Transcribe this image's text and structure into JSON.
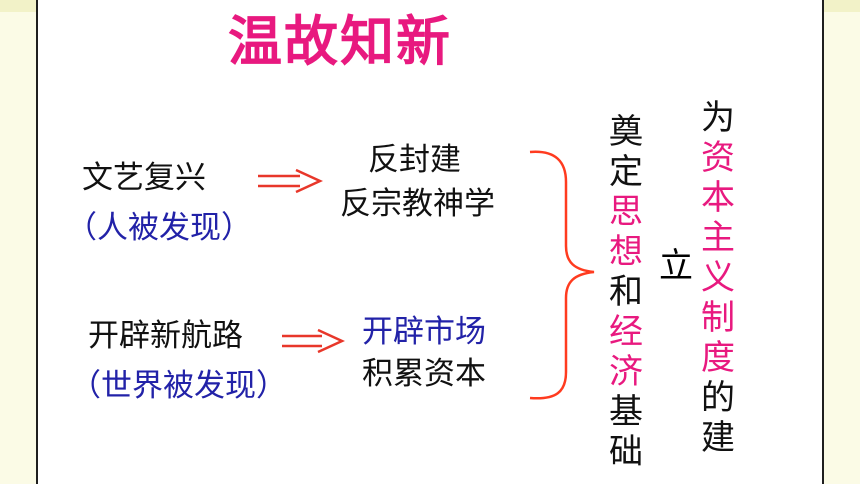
{
  "title": "温故知新",
  "colors": {
    "accent": "#e8197f",
    "blue": "#2222a8",
    "arrow": "#e8372a",
    "brace": "#ff3b1f",
    "text": "#111111"
  },
  "row1": {
    "left": "文艺复兴",
    "left_sub": "（人被发现）",
    "right_line1": "反封建",
    "right_line2": "反宗教神学"
  },
  "row2": {
    "left": "开辟新航路",
    "left_sub": "（世界被发现）",
    "right_line1": "开辟市场",
    "right_line2": "积累资本"
  },
  "col1": [
    {
      "char": "奠",
      "color": "#111111"
    },
    {
      "char": "定",
      "color": "#111111"
    },
    {
      "char": "思",
      "color": "#e8197f"
    },
    {
      "char": "想",
      "color": "#e8197f"
    },
    {
      "char": "和",
      "color": "#111111"
    },
    {
      "char": "经",
      "color": "#e8197f"
    },
    {
      "char": "济",
      "color": "#e8197f"
    },
    {
      "char": "基",
      "color": "#111111"
    },
    {
      "char": "础",
      "color": "#111111"
    }
  ],
  "col_li": "立",
  "col2": [
    {
      "char": "为",
      "color": "#111111"
    },
    {
      "char": "资",
      "color": "#e8197f"
    },
    {
      "char": "本",
      "color": "#e8197f"
    },
    {
      "char": "主",
      "color": "#e8197f"
    },
    {
      "char": "义",
      "color": "#e8197f"
    },
    {
      "char": "制",
      "color": "#e8197f"
    },
    {
      "char": "度",
      "color": "#e8197f"
    },
    {
      "char": "的",
      "color": "#111111"
    },
    {
      "char": "建",
      "color": "#111111"
    }
  ]
}
